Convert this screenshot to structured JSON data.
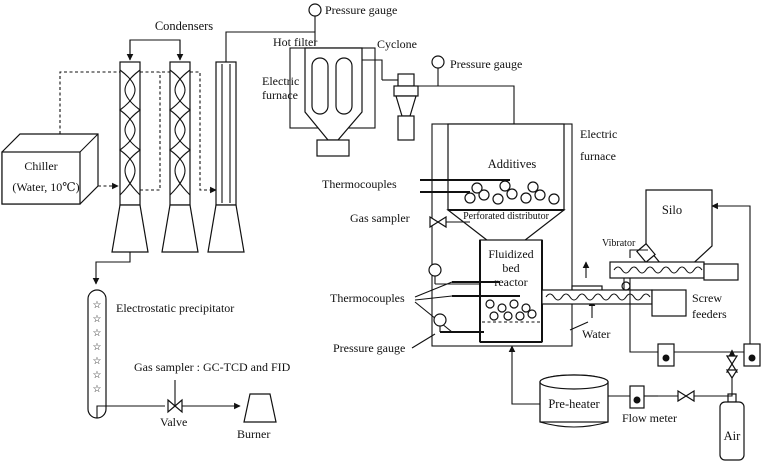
{
  "labels": {
    "condensers": "Condensers",
    "pressure_gauge_top": "Pressure gauge",
    "hot_filter": "Hot filter",
    "cyclone": "Cyclone",
    "pressure_gauge_cyclone": "Pressure gauge",
    "electric_furnace_left_1": "Electric",
    "electric_furnace_left_2": "furnace",
    "electric_furnace_right_1": "Electric",
    "electric_furnace_right_2": "furnace",
    "chiller_1": "Chiller",
    "chiller_2": "(Water, 10℃)",
    "additives": "Additives",
    "thermocouples_top": "Thermocouples",
    "gas_sampler_reactor": "Gas sampler",
    "perforated_distributor": "Perforated distributor",
    "silo": "Silo",
    "vibrator": "Vibrator",
    "fluidized_1": "Fluidized",
    "fluidized_2": "bed",
    "fluidized_3": "reactor",
    "thermocouples_bottom": "Thermocouples",
    "screw_1": "Screw",
    "screw_2": "feeders",
    "water": "Water",
    "pressure_gauge_reactor": "Pressure gauge",
    "electrostatic_precipitator": "Electrostatic precipitator",
    "gas_sampler_gc": "Gas sampler : GC-TCD and FID",
    "valve": "Valve",
    "burner": "Burner",
    "pre_heater": "Pre-heater",
    "flow_meter": "Flow meter",
    "air": "Air"
  },
  "colors": {
    "line": "#111111",
    "background": "#ffffff"
  }
}
